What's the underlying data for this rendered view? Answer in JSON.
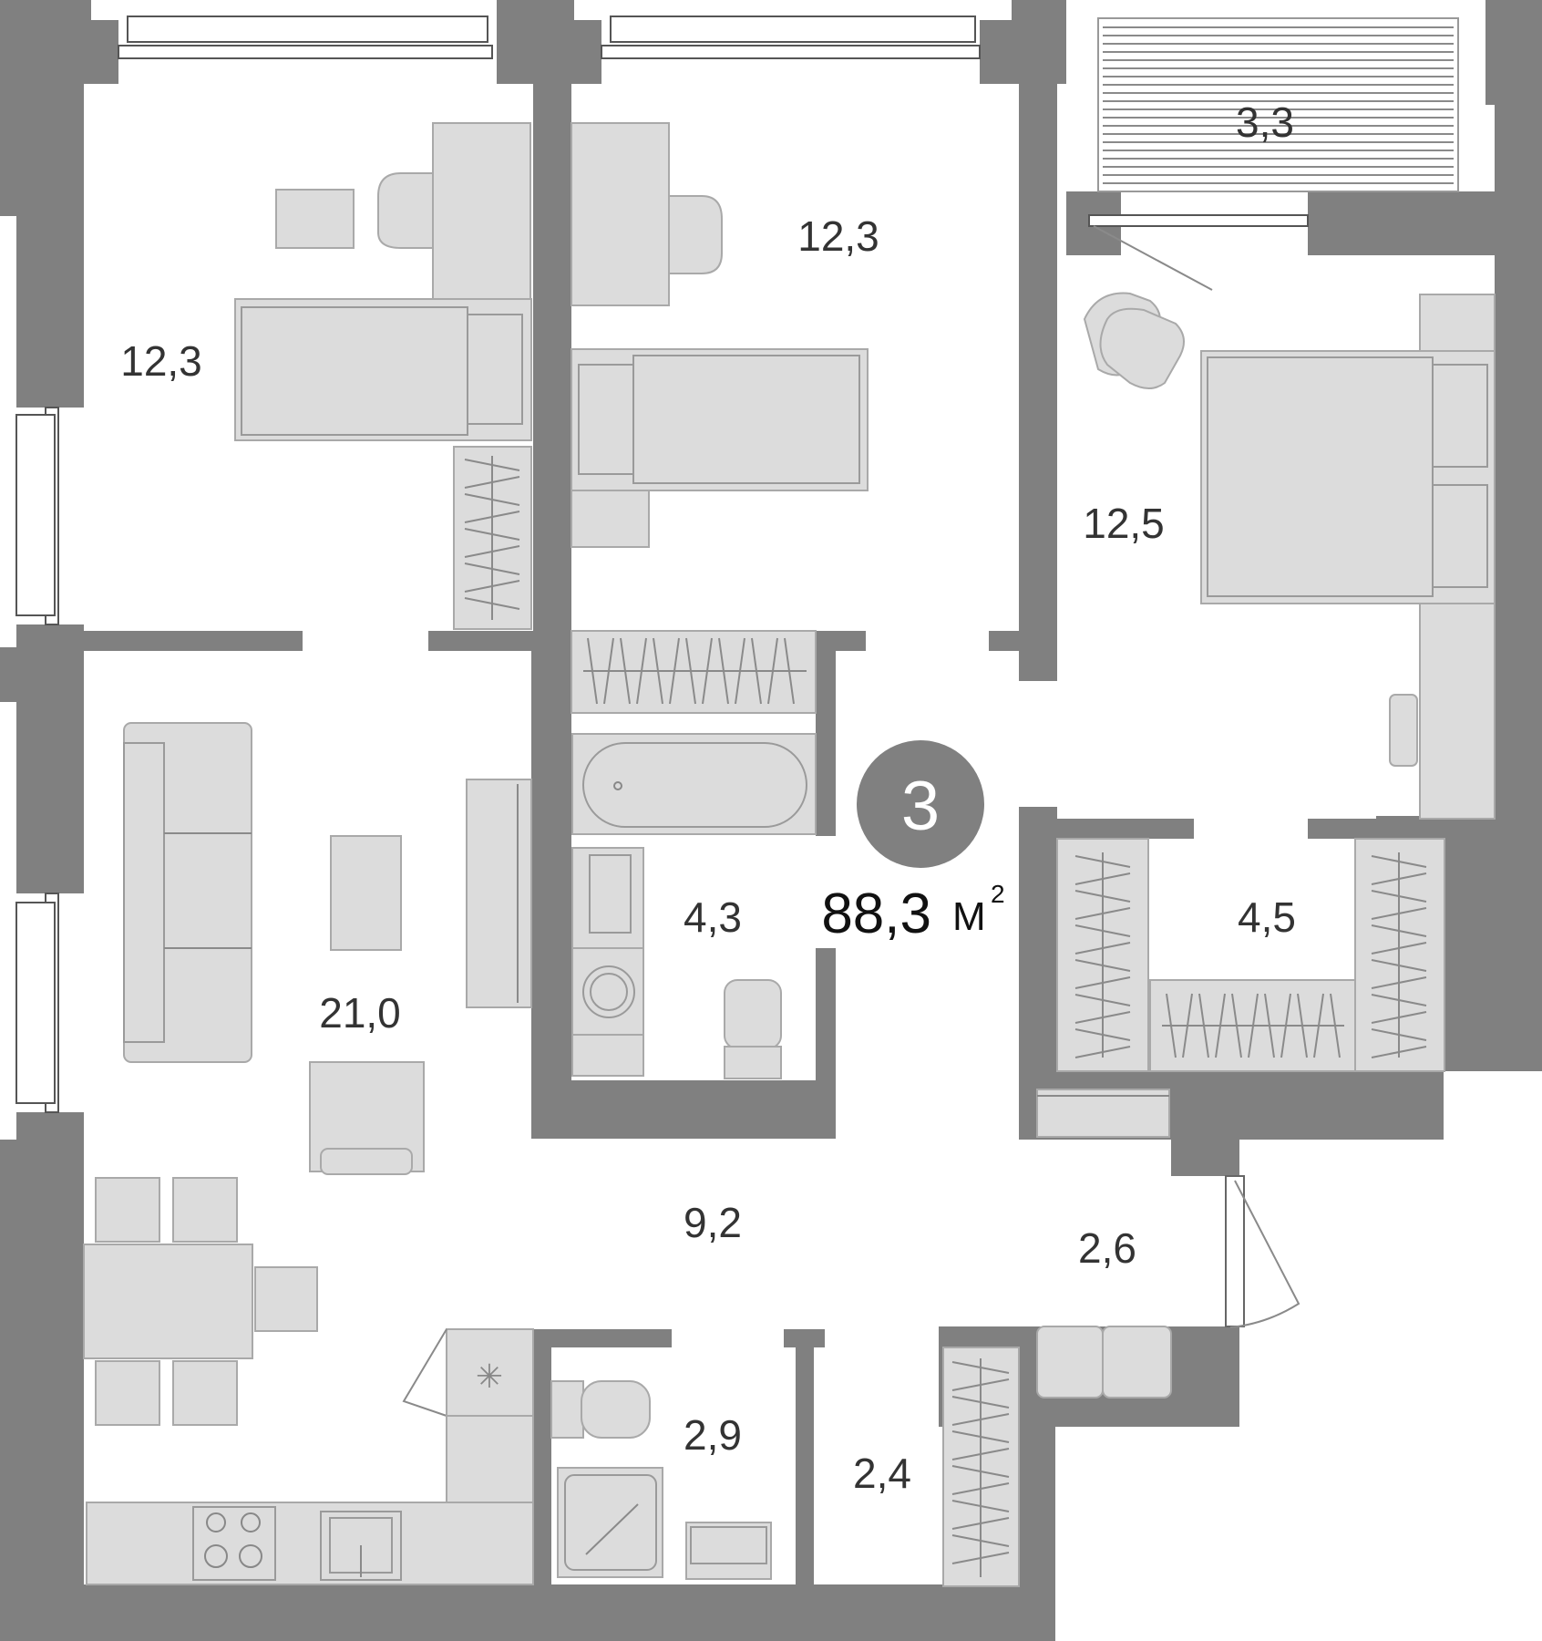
{
  "plan": {
    "rooms_count": "3",
    "total_area": "88,3",
    "area_unit": "М",
    "area_unit_power": "2",
    "rooms": [
      {
        "id": "bedroom-left",
        "area": "12,3"
      },
      {
        "id": "bedroom-middle",
        "area": "12,3"
      },
      {
        "id": "balcony",
        "area": "3,3"
      },
      {
        "id": "bedroom-right",
        "area": "12,5"
      },
      {
        "id": "bathroom",
        "area": "4,3"
      },
      {
        "id": "wardrobe",
        "area": "4,5"
      },
      {
        "id": "living-kitchen",
        "area": "21,0"
      },
      {
        "id": "hallway",
        "area": "9,2"
      },
      {
        "id": "entrance",
        "area": "2,6"
      },
      {
        "id": "toilet",
        "area": "2,9"
      },
      {
        "id": "storage",
        "area": "2,4"
      }
    ]
  },
  "colors": {
    "wall": "#808080",
    "furniture_fill": "#dcdcdc",
    "badge": "#808080"
  }
}
